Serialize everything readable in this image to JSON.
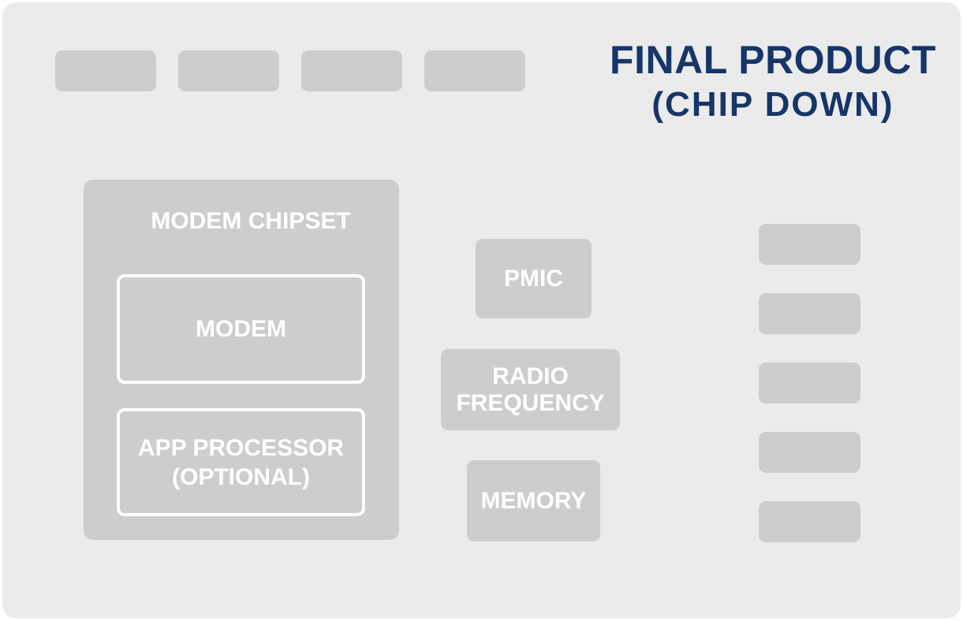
{
  "title": {
    "line1": "FINAL PRODUCT",
    "line2": "(CHIP DOWN)"
  },
  "modem_chipset": {
    "label": "MODEM CHIPSET",
    "children": {
      "modem": {
        "label": "MODEM"
      },
      "app_processor": {
        "label_line1": "APP PROCESSOR",
        "label_line2": "(OPTIONAL)"
      }
    }
  },
  "components": {
    "pmic": {
      "label": "PMIC"
    },
    "radio_frequency": {
      "label_line1": "RADIO",
      "label_line2": "FREQUENCY"
    },
    "memory": {
      "label": "MEMORY"
    }
  },
  "placeholder_chips": {
    "top_row": 4,
    "right_column": 5
  },
  "colors": {
    "page_bg": "#ffffff",
    "board_bg": "#ebebeb",
    "chip_bg": "#cdcdcd",
    "label_text": "#ffffff",
    "title_text": "#163569"
  }
}
